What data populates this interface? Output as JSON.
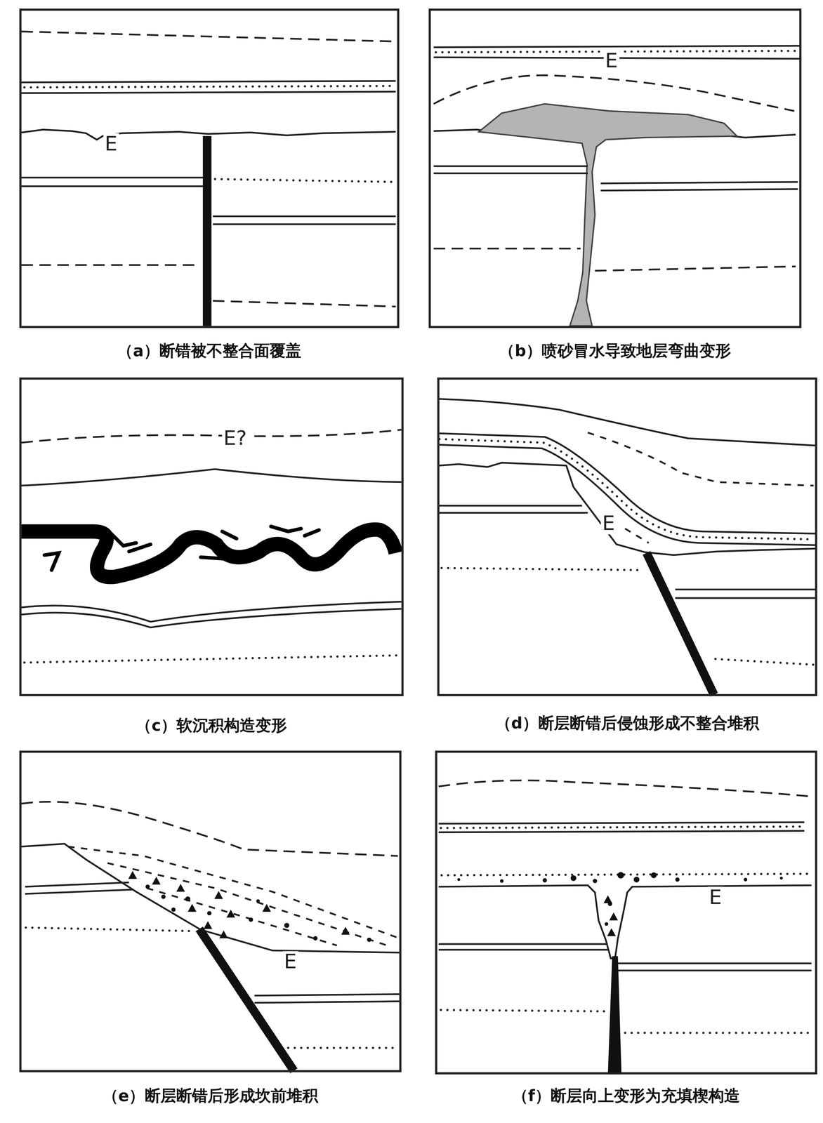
{
  "diagram": {
    "nodes": [
      {
        "text": [
          "E",
          "（a）断错被不整合面覆盖"
        ]
      },
      {
        "text": [
          "E",
          "（b）喷砂冒水导致地层弯曲变形"
        ]
      },
      {
        "text": [
          "E?",
          "（c）软沉积构造变形"
        ]
      },
      {
        "text": [
          "E",
          "（d）断层断错后侵蚀形成不整合堆积"
        ]
      },
      {
        "text": [
          "E",
          "（e）断层断错后形成坎前堆积"
        ]
      },
      {
        "text": [
          "E",
          "（f）断层向上变形为充填楔构造"
        ]
      }
    ]
  }
}
